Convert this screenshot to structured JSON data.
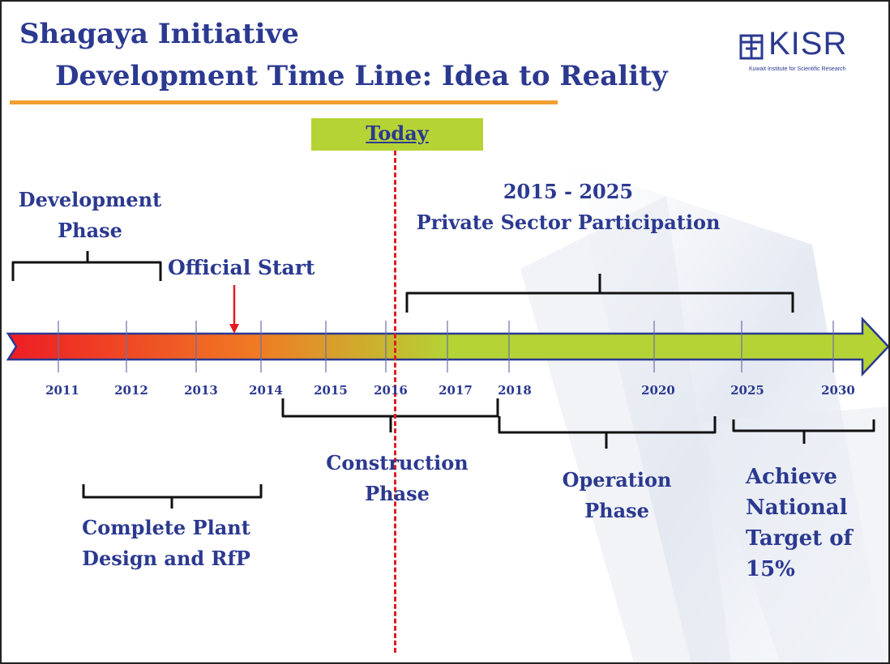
{
  "title": {
    "line1": "Shagaya Initiative",
    "line2": "Development Time Line: Idea to Reality"
  },
  "logo": {
    "text": "KISR",
    "subtitle": "Kuwait Institute for Scientific Research",
    "icon": "kisr-emblem-icon"
  },
  "today_label": "Today",
  "phases": {
    "development": "Development Phase",
    "official_start": "Official Start",
    "private_sector_years": "2015 - 2025",
    "private_sector": "Private Sector Participation",
    "construction": "Construction Phase",
    "operation": "Operation Phase",
    "complete_plant": "Complete Plant Design and RfP",
    "achieve": "Achieve National Target of 15%"
  },
  "years": [
    "2011",
    "2012",
    "2013",
    "2014",
    "2015",
    "2016",
    "2017",
    "2018",
    "2020",
    "2025",
    "2030"
  ],
  "colors": {
    "title": "#2b3990",
    "accent_rule": "#f0a030",
    "today_box": "#b5d334",
    "today_line": "#e11b22",
    "arrow_start": "#ee1c25",
    "arrow_end": "#b5d334"
  }
}
